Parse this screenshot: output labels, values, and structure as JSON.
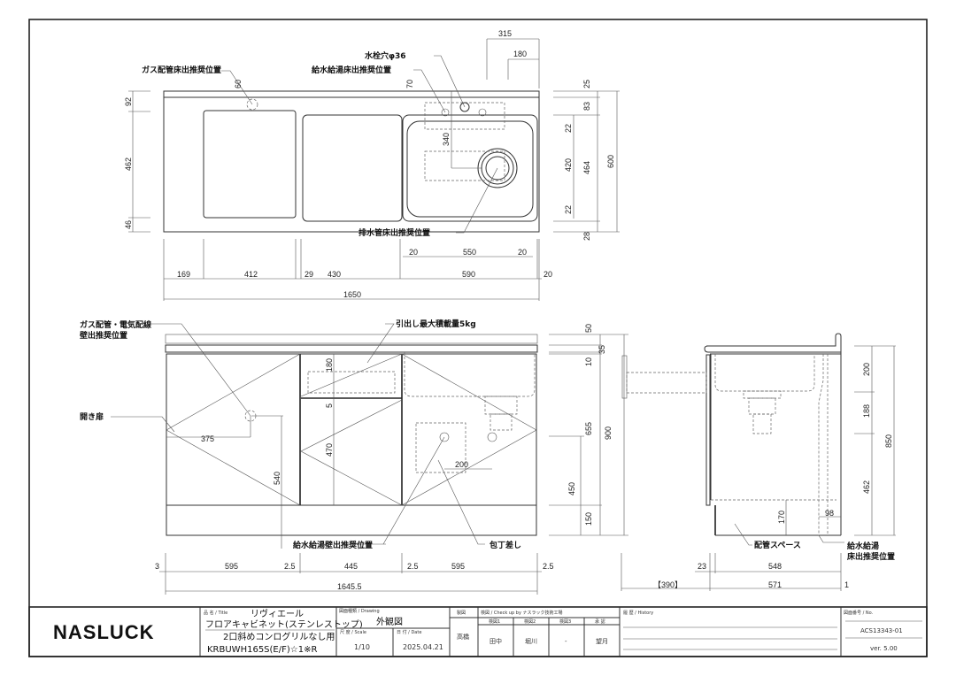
{
  "top_view": {
    "labels": {
      "gas": "ガス配管床出推奨位置",
      "faucet_hole": "水栓穴φ36",
      "water_supply": "給水給湯床出推奨位置",
      "drain": "排水管床出推奨位置"
    },
    "dims": {
      "d315": "315",
      "d180": "180",
      "d60": "60",
      "d70": "70",
      "d340": "340",
      "l92": "92",
      "l462": "462",
      "l46": "46",
      "r25": "25",
      "r83": "83",
      "r464": "464",
      "r28": "28",
      "r22a": "22",
      "r420": "420",
      "r22b": "22",
      "r600": "600",
      "b20a": "20",
      "b550": "550",
      "b20b": "20",
      "b169": "169",
      "b412": "412",
      "b29": "29",
      "b430": "430",
      "b590": "590",
      "b20c": "20",
      "b1650": "1650"
    }
  },
  "front_view": {
    "labels": {
      "gas_elec_1": "ガス配管・電気配線",
      "gas_elec_2": "壁出推奨位置",
      "drawer_load": "引出し最大積載量5kg",
      "door": "開き扉",
      "water_wall": "給水給湯壁出推奨位置",
      "knife": "包丁差し"
    },
    "dims": {
      "d180": "180",
      "d5": "5",
      "d470": "470",
      "d375": "375",
      "d540": "540",
      "d200": "200",
      "r50": "50",
      "r35": "35",
      "r10": "10",
      "r655": "655",
      "r450": "450",
      "r150": "150",
      "r900": "900",
      "b3": "3",
      "b595a": "595",
      "b25a": "2.5",
      "b445": "445",
      "b25b": "2.5",
      "b595b": "595",
      "b25c": "2.5",
      "b16455": "1645.5"
    }
  },
  "side_view": {
    "labels": {
      "pipe_space": "配管スペース",
      "floor_1": "給水給湯",
      "floor_2": "床出推奨位置"
    },
    "dims": {
      "d170": "170",
      "d98": "98",
      "r200": "200",
      "r188": "188",
      "r462": "462",
      "r850": "850",
      "b23": "23",
      "b548": "548",
      "b390": "【390】",
      "b571": "571",
      "b1": "1"
    }
  },
  "title_block": {
    "logo": "NASLUCK",
    "title_label": "品 名 / Title",
    "title_1": "リヴィエール",
    "title_2": "フロアキャビネット(ステンレストップ)",
    "title_3": "2口斜めコンログリルなし用",
    "title_4": "KRBUWH165S(E/F)☆1※R",
    "drawing_label": "図面種類 / Drawing",
    "drawing": "外観図",
    "scale_label": "尺 度 / Scale",
    "scale": "1/10",
    "date_label": "日 付 / Date",
    "date": "2025.04.21",
    "drafter_label": "製図",
    "drafter": "高橋",
    "check_label": "検図 / Check up by ナスラック技術工場",
    "check1_label": "検図1",
    "check2_label": "検図2",
    "check3_label": "検図3",
    "approve_label": "承 認",
    "check1": "田中",
    "check2": "堀川",
    "check3": "-",
    "approve": "望月",
    "history_label": "履 歴 / History",
    "no_label": "図面番号 / No.",
    "no": "ACS13343-01",
    "version": "ver. 5.00"
  }
}
